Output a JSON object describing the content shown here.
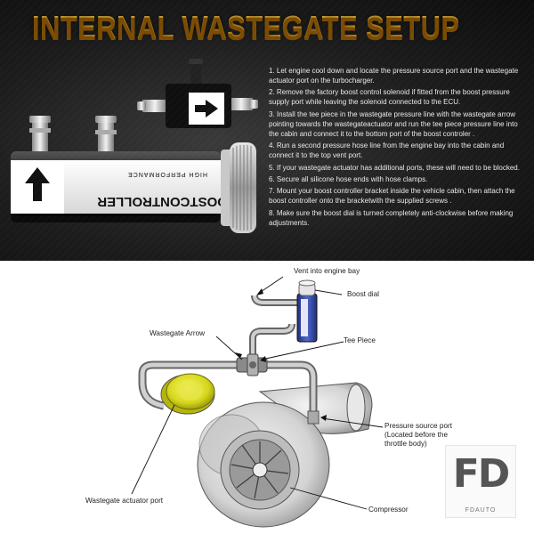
{
  "title": "INTERNAL WASTEGATE SETUP",
  "steps": [
    "1. Let engine cool down and locate the pressure source port and the wastegate actuator port on the turbocharger.",
    "2. Remove the factory boost control solenoid if fitted from the boost pressure supply port while leaving the solenoid connected to the ECU.",
    "3. Install the tee piece in the wastegate pressure line with the wastegate arrow pointing towards the wastegateactuator and run the tee piece pressure line into the cabin and connect it to the bottom port of the boost controler .",
    "4. Run a second pressure hose line from the engine bay into the cabin and connect it to the top vent port.",
    "5. If your wastegate actuator has additional ports, these will need to be blocked.",
    "6. Secure all silicone hose ends with hose clamps.",
    "7. Mount your boost controller bracket inside the vehicle cabin, then attach the boost controller onto the bracketwith the supplied screws .",
    "8. Make sure the boost dial is turned completely anti-clockwise before making adjustments."
  ],
  "product": {
    "brand": "BOOSTCONTROLLER",
    "tagline": "HIGH PERFORMANCE"
  },
  "labels": {
    "vent": "Vent into engine bay",
    "boost_dial": "Boost dial",
    "wastegate_arrow": "Wastegate Arrow",
    "tee_piece": "Tee Piece",
    "pressure_source_1": "Pressure source port",
    "pressure_source_2": "(Located before the",
    "pressure_source_3": "throttle body)",
    "actuator_port": "Wastegate actuator port",
    "compressor": "Compressor"
  },
  "logo": {
    "mark": "FD",
    "name": "FDAUTO"
  },
  "colors": {
    "title": "#f4b41e",
    "actuator": "#d8d81a",
    "controller": "#2a3f9a"
  }
}
